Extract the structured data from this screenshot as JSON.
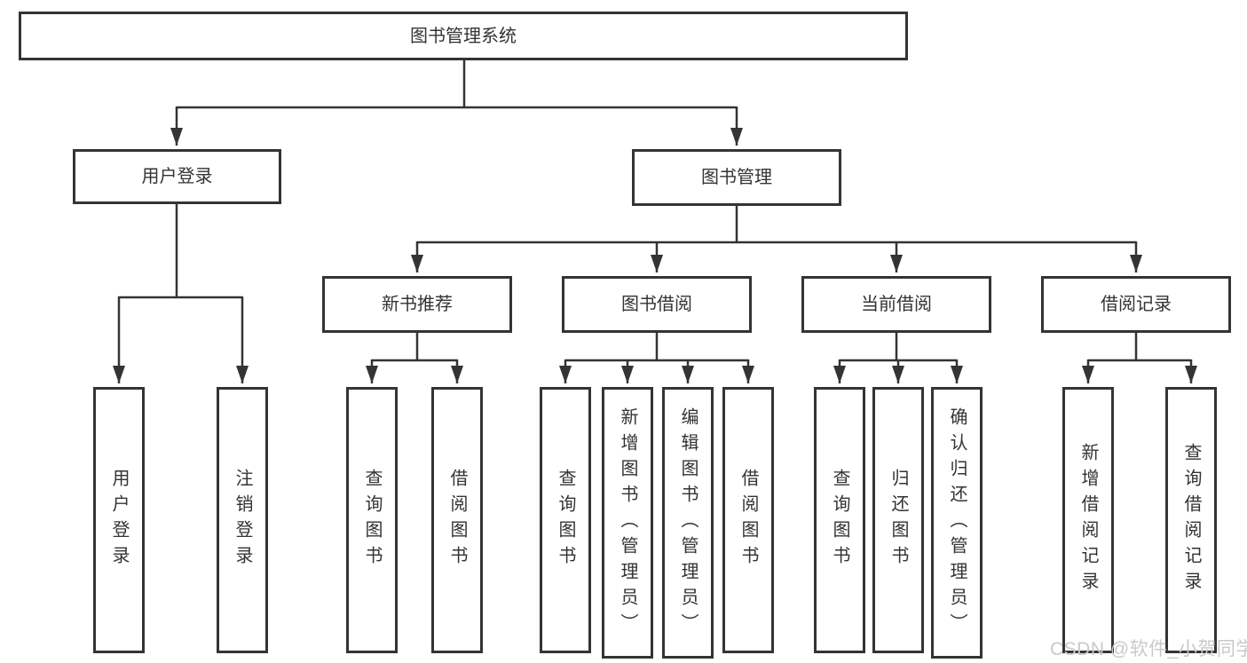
{
  "tree": {
    "root": {
      "label": "图书管理系统"
    },
    "branches": [
      {
        "label": "用户登录",
        "children": [
          {
            "label": "用户登录"
          },
          {
            "label": "注销登录"
          }
        ]
      },
      {
        "label": "图书管理",
        "sections": [
          {
            "label": "新书推荐",
            "children": [
              {
                "label": "查询图书"
              },
              {
                "label": "借阅图书"
              }
            ]
          },
          {
            "label": "图书借阅",
            "children": [
              {
                "label": "查询图书"
              },
              {
                "label": "新增图书（管理员）"
              },
              {
                "label": "编辑图书（管理员）"
              },
              {
                "label": "借阅图书"
              }
            ]
          },
          {
            "label": "当前借阅",
            "children": [
              {
                "label": "查询图书"
              },
              {
                "label": "归还图书"
              },
              {
                "label": "确认归还（管理员）"
              }
            ]
          },
          {
            "label": "借阅记录",
            "children": [
              {
                "label": "新增借阅记录"
              },
              {
                "label": "查询借阅记录"
              }
            ]
          }
        ]
      }
    ]
  },
  "watermark": {
    "text": "CSDN @软件_小贺同学",
    "color": "#c9c9c9"
  },
  "colors": {
    "line": "#343434",
    "box_border": "#343434",
    "text": "#333333",
    "background": "#ffffff"
  }
}
